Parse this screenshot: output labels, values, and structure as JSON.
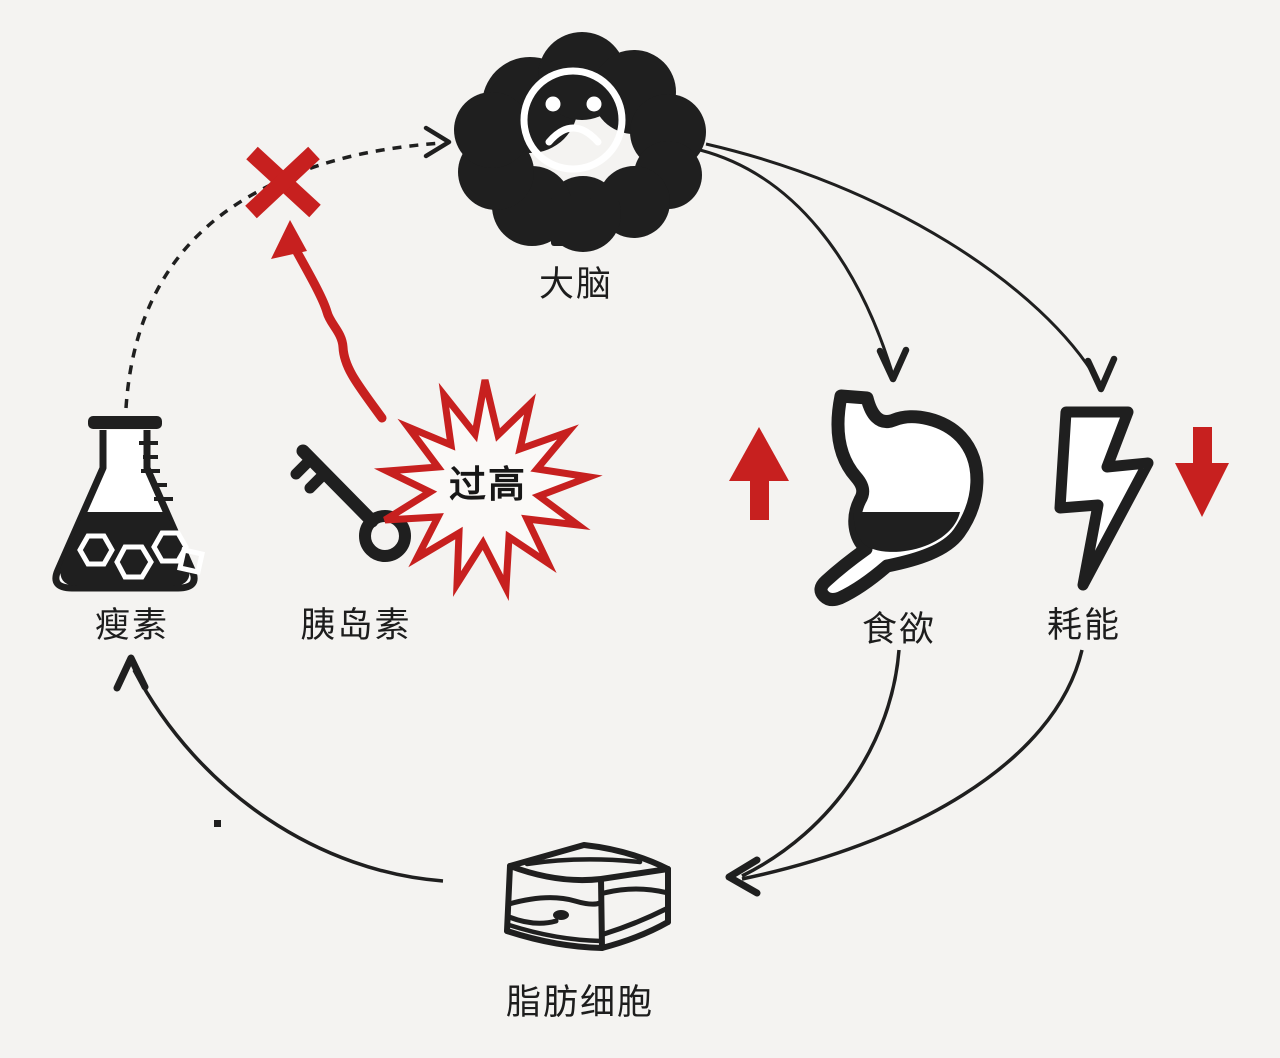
{
  "colors": {
    "background": "#f4f3f1",
    "ink": "#1f1f1f",
    "red": "#c7201f"
  },
  "nodes": {
    "brain": {
      "label": "大脑",
      "icon": "sad-brain-icon"
    },
    "leptin": {
      "label": "瘦素",
      "icon": "flask-icon"
    },
    "insulin": {
      "label": "胰岛素",
      "icon": "key-icon"
    },
    "overload": {
      "label": "过高",
      "icon": "starburst-icon"
    },
    "appetite": {
      "label": "食欲",
      "icon": "stomach-icon",
      "indicator": "up-arrow"
    },
    "energy": {
      "label": "耗能",
      "icon": "lightning-icon",
      "indicator": "down-arrow"
    },
    "fat_cell": {
      "label": "脂肪细胞",
      "icon": "fat-cell-icon"
    }
  },
  "edges": [
    {
      "from": "leptin",
      "to": "brain",
      "style": "dashed",
      "status": "blocked-by-red-x"
    },
    {
      "from": "overload",
      "to": "blocked-x",
      "style": "red-wavy-arrow"
    },
    {
      "from": "brain",
      "to": "appetite",
      "style": "solid-curve"
    },
    {
      "from": "brain",
      "to": "energy",
      "style": "solid-curve"
    },
    {
      "from": "appetite",
      "to": "fat_cell",
      "style": "solid-curve"
    },
    {
      "from": "energy",
      "to": "fat_cell",
      "style": "solid-curve"
    },
    {
      "from": "fat_cell",
      "to": "leptin",
      "style": "solid-curve"
    }
  ]
}
